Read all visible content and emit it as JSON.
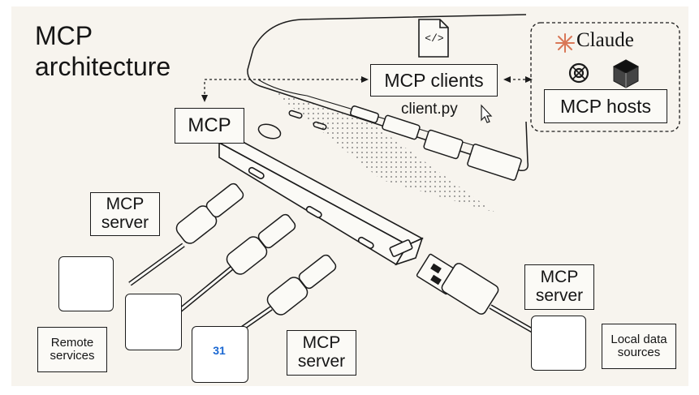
{
  "title_line1": "MCP",
  "title_line2": "architecture",
  "clients": {
    "label": "MCP clients",
    "file": "client.py"
  },
  "mcp_label": "MCP",
  "hosts": {
    "brand": "Claude",
    "label": "MCP hosts"
  },
  "server_top_left": {
    "line1": "MCP",
    "line2": "server"
  },
  "server_bottom": {
    "line1": "MCP",
    "line2": "server"
  },
  "server_right": {
    "line1": "MCP",
    "line2": "server"
  },
  "remote": {
    "line1": "Remote",
    "line2": "services"
  },
  "local": {
    "line1": "Local data",
    "line2": "sources"
  },
  "calendar_day": "31",
  "code_glyph": "</>",
  "colors": {
    "panel": "#f7f4ee",
    "claude_orange": "#d97757",
    "gmail_red": "#ea4335",
    "finder_blue": "#5aa8e8"
  }
}
